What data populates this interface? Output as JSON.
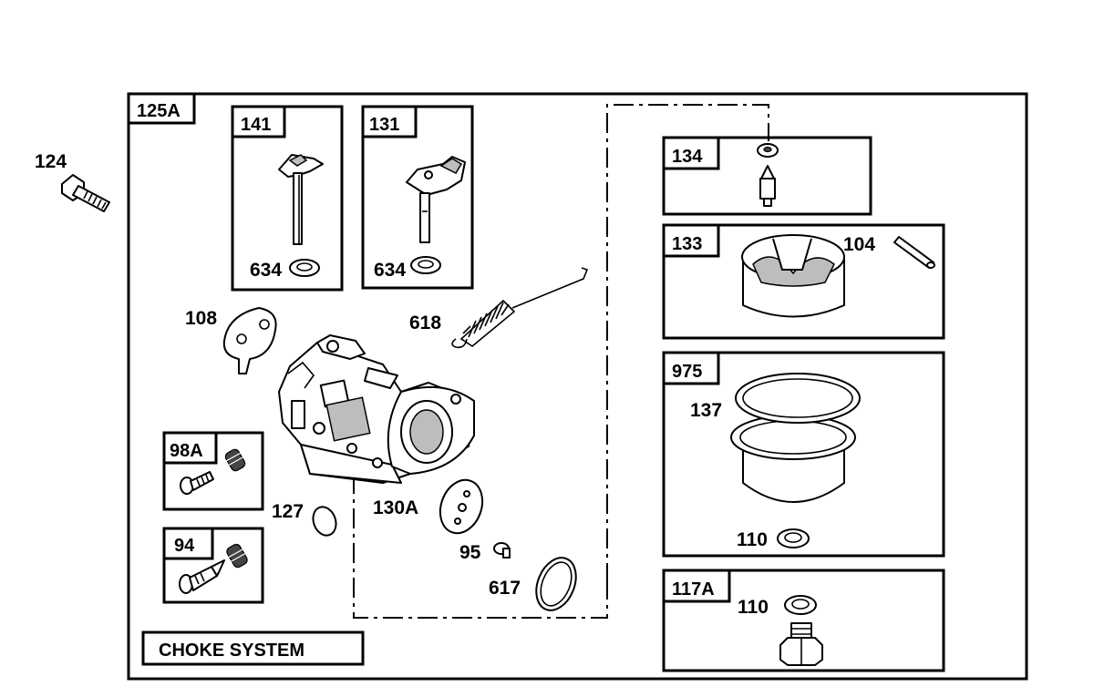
{
  "main_assembly": {
    "tag": "125A"
  },
  "kits": [
    {
      "id": "141",
      "tag": "141",
      "parts": [
        {
          "number": "634",
          "label": "634"
        }
      ]
    },
    {
      "id": "131",
      "tag": "131",
      "parts": [
        {
          "number": "634",
          "label": "634"
        }
      ]
    },
    {
      "id": "134",
      "tag": "134"
    },
    {
      "id": "133",
      "tag": "133",
      "parts": [
        {
          "number": "104",
          "label": "104"
        }
      ]
    },
    {
      "id": "975",
      "tag": "975",
      "parts": [
        {
          "number": "137",
          "label": "137"
        },
        {
          "number": "110",
          "label": "110"
        }
      ]
    },
    {
      "id": "117A",
      "tag": "117A",
      "parts": [
        {
          "number": "110",
          "label": "110"
        }
      ]
    },
    {
      "id": "98A",
      "tag": "98A"
    },
    {
      "id": "94",
      "tag": "94"
    }
  ],
  "loose_parts": {
    "p124": "124",
    "p108": "108",
    "p618": "618",
    "p127": "127",
    "p130A": "130A",
    "p95": "95",
    "p617": "617"
  },
  "choke_label": "CHOKE SYSTEM"
}
